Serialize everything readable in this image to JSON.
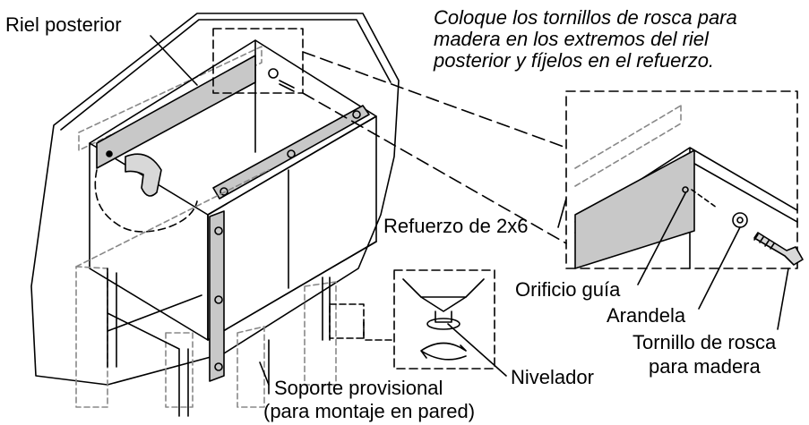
{
  "labels": {
    "rear_rail": "Riel posterior",
    "reinforcement": "Refuerzo de 2x6",
    "pilot_hole": "Orificio guía",
    "washer": "Arandela",
    "wood_screw_line1": "Tornillo de rosca",
    "wood_screw_line2": "para madera",
    "leveler": "Nivelador",
    "temp_support_line1": "Soporte provisional",
    "temp_support_line2": "(para montaje en pared)"
  },
  "instruction": {
    "line1": "Coloque los tornillos de rosca para",
    "line2": "madera en los extremos del riel",
    "line3": "posterior y fíjelos en el refuerzo."
  },
  "colors": {
    "line": "#000000",
    "rail_fill": "#c8c8c8",
    "dashed": "#888888",
    "background": "#ffffff"
  }
}
